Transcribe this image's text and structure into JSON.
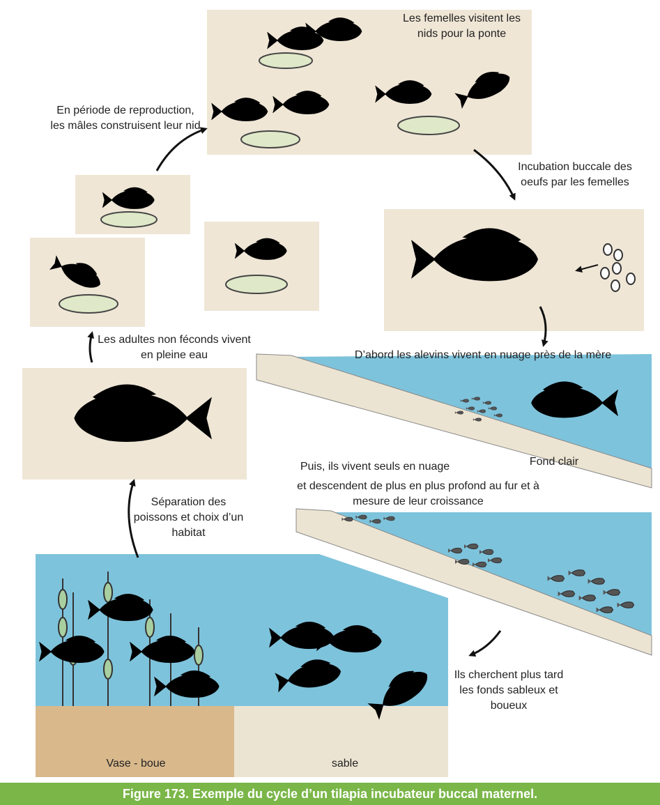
{
  "colors": {
    "panel": "#efe6d6",
    "water": "#7ec3dc",
    "sand": "#ece4d2",
    "mud": "#d9b98c",
    "caption_bg": "#7ab648",
    "nest": "#dfe8c8"
  },
  "labels": {
    "femelles_visitent": "Les femelles visitent les nids pour la ponte",
    "males_construisent": "En période de reproduction, les mâles construisent leur nid",
    "incubation": "Incubation buccale des oeufs par les femelles",
    "alevins_nuage": "D’abord les alevins vivent en nuage près de la mère",
    "adultes_non_feconds": "Les adultes non féconds vivent en pleine eau",
    "fond_clair": "Fond clair",
    "seuls_nuage": "Puis, ils vivent seuls en nuage",
    "descendent": "et descendent de plus en plus profond au fur et à mesure de leur croissance",
    "separation": "Séparation des poissons et choix d’un habitat",
    "cherchent": "Ils cherchent plus tard les fonds sableux et boueux",
    "vase_boue": "Vase - boue",
    "sable": "sable"
  },
  "caption": "Figure 173. Exemple du cycle d’un tilapia incubateur buccal maternel.",
  "icons": [
    "fish",
    "nest",
    "egg",
    "fry-school",
    "aquatic-plant",
    "cycle-arrow"
  ]
}
